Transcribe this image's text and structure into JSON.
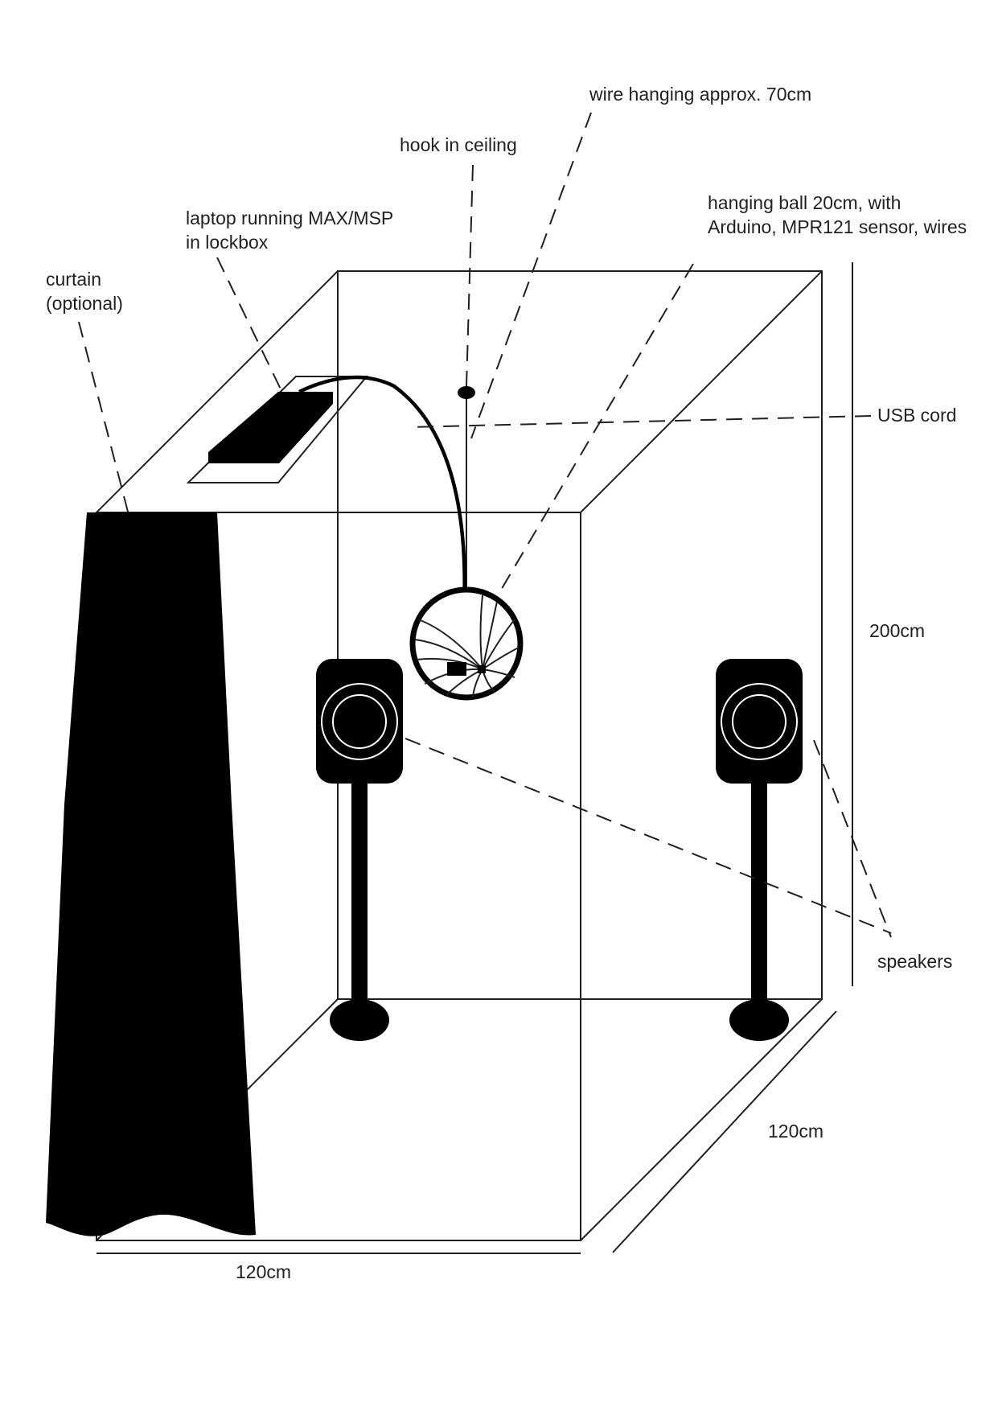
{
  "labels": {
    "wire": "wire hanging approx. 70cm",
    "hook": "hook in ceiling",
    "ball_line1": "hanging ball 20cm, with",
    "ball_line2": "Arduino, MPR121 sensor, wires",
    "laptop_line1": "laptop running MAX/MSP",
    "laptop_line2": "in lockbox",
    "curtain_line1": "curtain",
    "curtain_line2": "(optional)",
    "usb": "USB cord",
    "height": "200cm",
    "depth": "120cm",
    "width": "120cm",
    "speakers": "speakers"
  },
  "colors": {
    "ink": "#231f20",
    "fill": "#000000",
    "background": "#ffffff"
  }
}
